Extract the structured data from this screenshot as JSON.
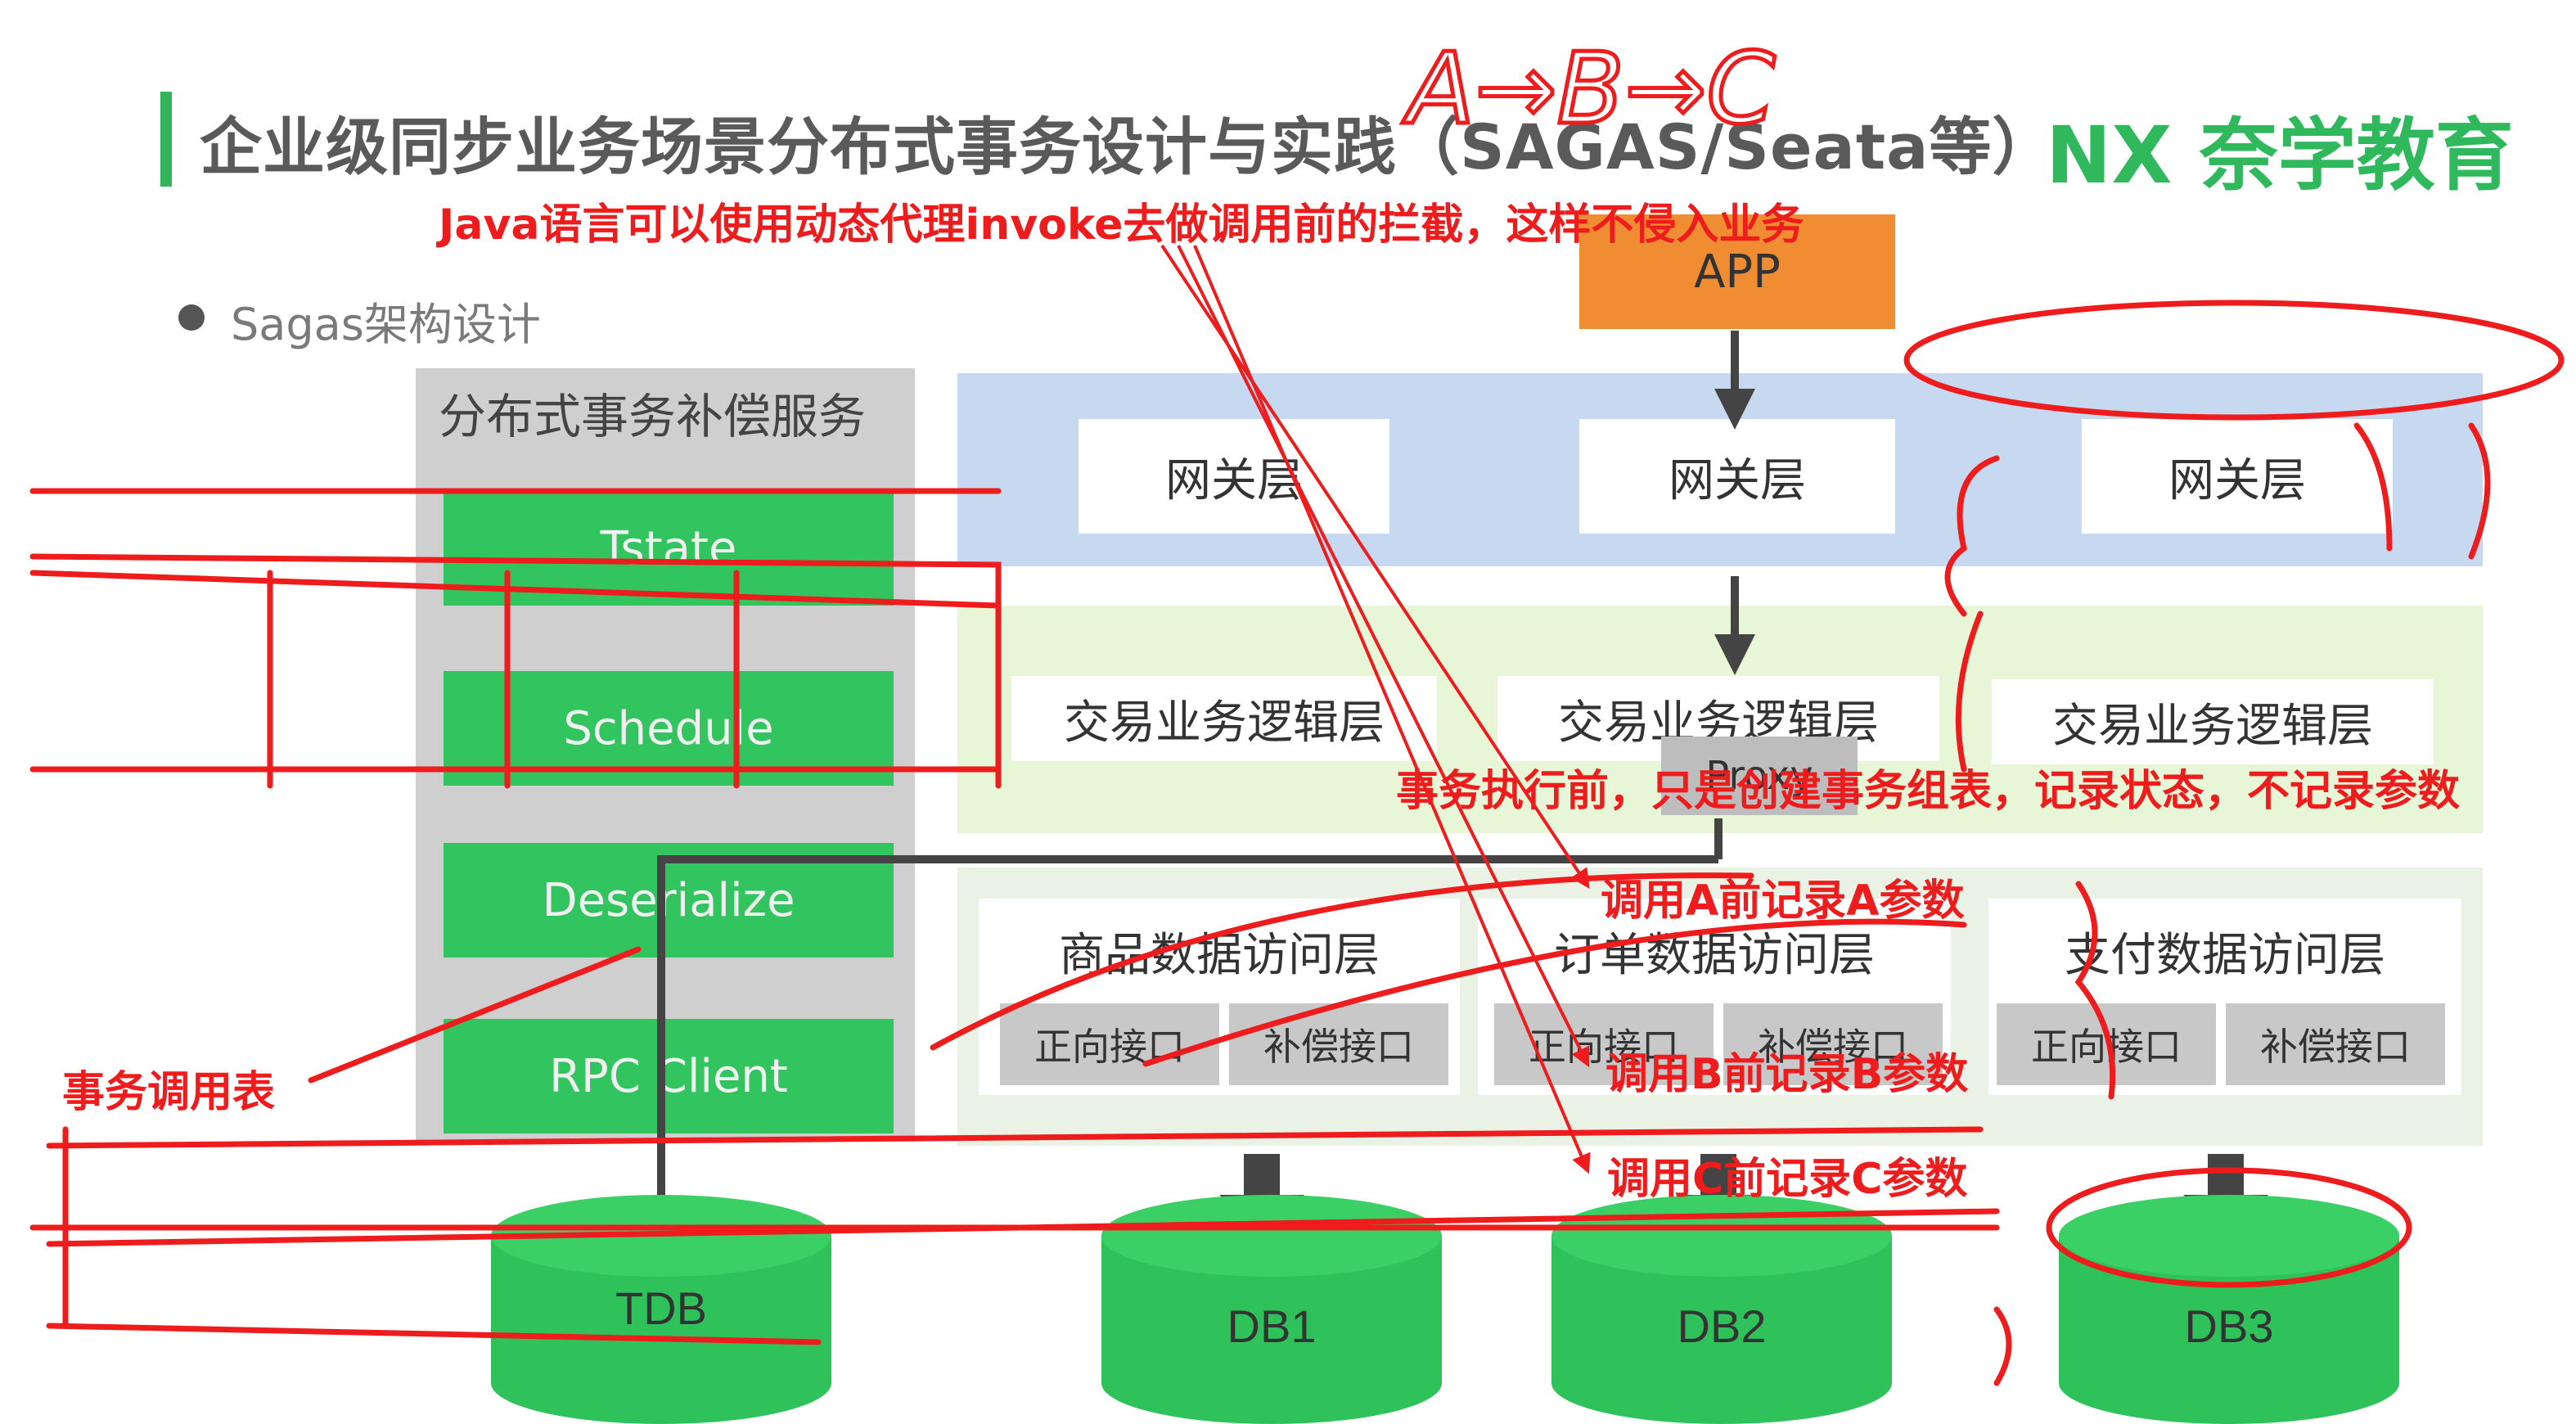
{
  "header": {
    "title": "企业级同步业务场景分布式事务设计与实践（SAGAS/Seata等）",
    "logo_mark": "NX",
    "logo_text": "奈学教育"
  },
  "bullet": "Sagas架构设计",
  "service": {
    "title": "分布式事务补偿服务",
    "components": [
      "Tstate",
      "Schedule",
      "Deserialize",
      "RPC Client"
    ]
  },
  "app": "APP",
  "gateway_layer": [
    "网关层",
    "网关层",
    "网关层"
  ],
  "business_layer": [
    "交易业务逻辑层",
    "交易业务逻辑层",
    "交易业务逻辑层"
  ],
  "proxy_label": "Proxy",
  "data_layer": [
    {
      "title": "商品数据访问层",
      "forward": "正向接口",
      "compensate": "补偿接口"
    },
    {
      "title": "订单数据访问层",
      "forward": "正向接口",
      "compensate": "补偿接口"
    },
    {
      "title": "支付数据访问层",
      "forward": "正向接口",
      "compensate": "补偿接口"
    }
  ],
  "databases": [
    "TDB",
    "DB1",
    "DB2",
    "DB3"
  ],
  "annotations": {
    "handwriting": "A→B→C",
    "proxy_note": "Java语言可以使用动态代理invoke去做调用前的拦截，这样不侵入业务",
    "before_exec": "事务执行前，只是创建事务组表，记录状态，不记录参数",
    "record_a": "调用A前记录A参数",
    "record_b": "调用B前记录B参数",
    "record_c": "调用C前记录C参数",
    "call_table": "事务调用表"
  },
  "colors": {
    "accent_green": "#31c45f",
    "app_orange": "#f08d32",
    "gateway_blue": "#c6d9f0",
    "annotation_red": "#ee1c1c"
  }
}
